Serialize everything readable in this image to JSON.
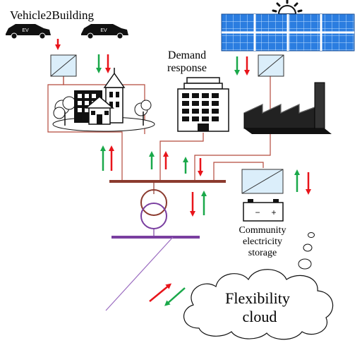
{
  "labels": {
    "v2b": "Vehicle2Building",
    "ev_badge": "EV",
    "demand_line1": "Demand",
    "demand_line2": "response",
    "storage_line1": "Community",
    "storage_line2": "electricity",
    "storage_line3": "storage",
    "battery_minus": "−",
    "battery_plus": "+",
    "cloud_line1": "Flexibility",
    "cloud_line2": "cloud"
  },
  "colors": {
    "red": "#e8141a",
    "green": "#1aa84a",
    "busbar": "#8b3a2e",
    "mv_line": "#7a3fa0",
    "wire": "#b44a3c",
    "solar": "#2b7de0"
  }
}
